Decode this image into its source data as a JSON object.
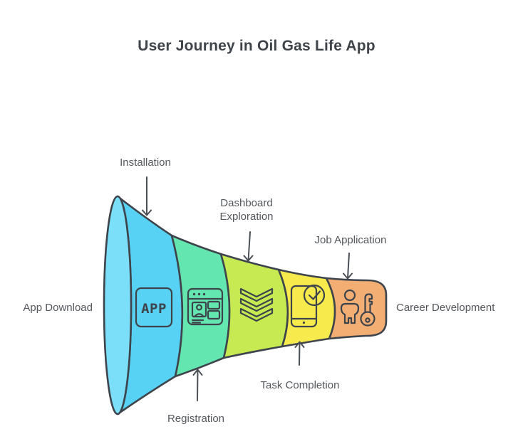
{
  "title": "User Journey in Oil Gas Life App",
  "diagram": {
    "type": "horizontal-funnel",
    "app_icon_text": "APP",
    "outline_color": "#3E444B",
    "label_color": "#54585D",
    "stages": [
      {
        "label": "App Download",
        "placement": "left-outside",
        "color": "#7BDFF9"
      },
      {
        "label": "Installation",
        "placement": "top-arrow",
        "color": "#58D2F4",
        "icon": "app-box-icon"
      },
      {
        "label": "Registration",
        "placement": "bottom-arrow",
        "color": "#63E6AF",
        "icon": "browser-id-card-icon"
      },
      {
        "label": "Dashboard Exploration",
        "placement": "top-arrow",
        "color": "#C7EA52",
        "icon": "triple-chevron-down-icon"
      },
      {
        "label": "Task Completion",
        "placement": "bottom-arrow",
        "color": "#F7EA4D",
        "icon": "phone-check-icon"
      },
      {
        "label": "Job Application",
        "placement": "top-arrow",
        "color": "#F3AE73",
        "icon": "person-key-icon"
      },
      {
        "label": "Career Development",
        "placement": "right-outside",
        "color": "#F3AE73"
      }
    ]
  }
}
